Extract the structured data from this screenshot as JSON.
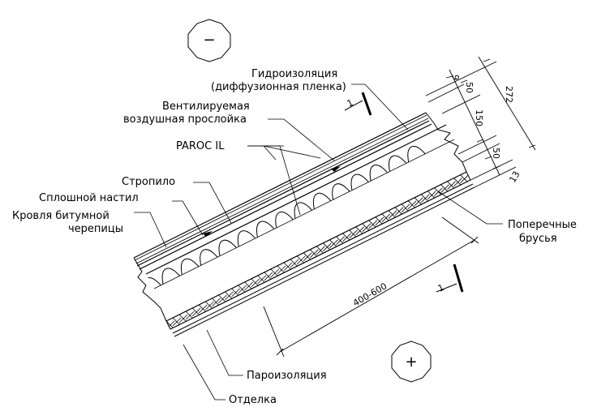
{
  "labels": {
    "waterproofing_line1": "Гидроизоляция",
    "waterproofing_line2": "(диффузионная пленка)",
    "vent_line1": "Вентилируемая",
    "vent_line2": "воздушная прослойка",
    "insulation": "PAROC IL",
    "rafter": "Стропило",
    "decking": "Сплошной настил",
    "roofing_line1": "Кровля битумной",
    "roofing_line2": "черепицы",
    "cross_bars_line1": "Поперечные",
    "cross_bars_line2": "брусья",
    "vapor_barrier": "Пароизоляция",
    "finish": "Отделка"
  },
  "dimensions": {
    "d9": "9",
    "d50_top": "50",
    "d150": "150",
    "d50_bottom": "50",
    "d13": "13",
    "d272": "272",
    "spacing": "400-600"
  },
  "section_marks": {
    "top": "1",
    "bottom": "1"
  },
  "zone_marks": {
    "outside": "−",
    "inside": "+"
  }
}
